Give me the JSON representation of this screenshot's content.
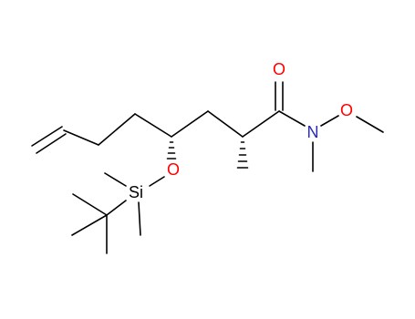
{
  "colors": {
    "bond": "#000000",
    "carbon_label": "#000000",
    "oxygen": "#ff0000",
    "nitrogen": "#2b2bb0"
  },
  "atoms": {
    "carbonyl_oxygen": "O",
    "amide_nitrogen": "N",
    "methoxy_oxygen": "O",
    "ether_oxygen": "O",
    "silicon": "Si"
  },
  "stereo": {
    "c4_to_o": "hashed-wedge",
    "c2_to_methyl": "hashed-wedge"
  }
}
